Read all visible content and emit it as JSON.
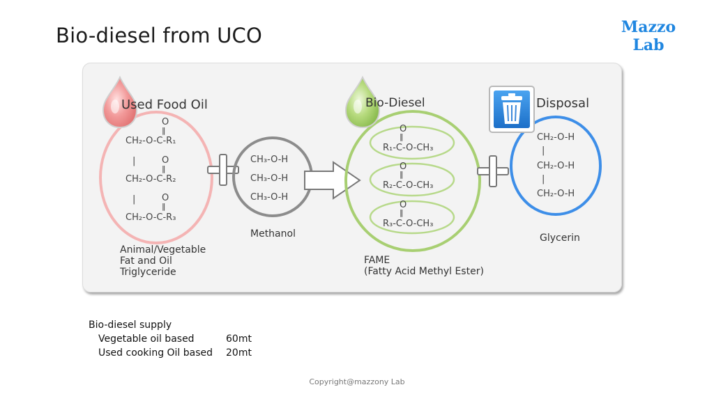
{
  "title": "Bio-diesel from UCO",
  "logo": {
    "line1": "Mazzo",
    "line2": "Lab",
    "color": "#1f86e0"
  },
  "diagram": {
    "used_food_oil": {
      "label": "Used Food Oil",
      "formula": {
        "o1": "O",
        "row1": "CH₂-O-C-R₁",
        "bar1": "|",
        "o2": "O",
        "row2": "CH₂-O-C-R₂",
        "bar2": "|",
        "o3": "O",
        "row3": "CH₂-O-C-R₃"
      },
      "caption": [
        "Animal/Vegetable",
        "Fat and Oil",
        "Triglyceride"
      ],
      "color": "#f4b4b4"
    },
    "plus1": "+",
    "methanol": {
      "rows": [
        "CH₃-O-H",
        "CH₃-O-H",
        "CH₃-O-H"
      ],
      "caption": "Methanol",
      "color": "#8c8c8c"
    },
    "bio_diesel": {
      "label": "Bio-Diesel",
      "esters": [
        {
          "o": "O",
          "formula": "R₁-C-O-CH₃"
        },
        {
          "o": "O",
          "formula": "R₂-C-O-CH₃"
        },
        {
          "o": "O",
          "formula": "R₃-C-O-CH₃"
        }
      ],
      "caption": [
        "FAME",
        "(Fatty Acid Methyl Ester)"
      ],
      "color": "#a8cf72"
    },
    "plus2": "+",
    "disposal": {
      "label": "Disposal",
      "rows": [
        "CH₂-O-H",
        "|",
        "CH₂-O-H",
        "|",
        "CH₂-O-H"
      ],
      "caption": "Glycerin",
      "color": "#3d8ee8",
      "icon": "trash-can-icon"
    }
  },
  "supply": {
    "heading": "Bio-diesel supply",
    "rows": [
      {
        "label": "Vegetable oil based",
        "value": "60mt"
      },
      {
        "label": "Used cooking Oil based",
        "value": "20mt"
      }
    ]
  },
  "copyright": "Copyright@mazzony Lab"
}
